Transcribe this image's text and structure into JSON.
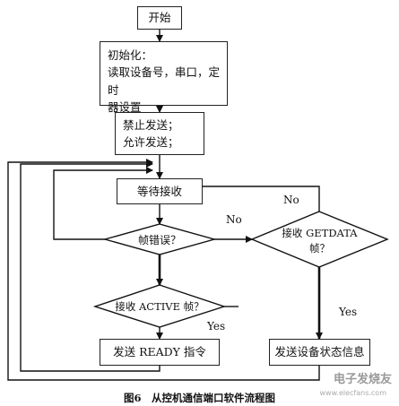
{
  "start": {
    "label": "开始"
  },
  "init": {
    "lines": [
      "初始化：",
      "读取设备号，串口，定时",
      "器设置"
    ]
  },
  "disable_enable": {
    "lines": [
      "禁止发送；",
      "允许发送；"
    ]
  },
  "wait_receive": {
    "label": "等待接收"
  },
  "frame_error": {
    "label": "帧错误？"
  },
  "receive_active": {
    "label": "接收 ACTIVE 帧？"
  },
  "receive_getdata": {
    "lines": [
      "接收 GETDATA",
      "帧？"
    ]
  },
  "send_ready": {
    "label": "发送 READY 指令"
  },
  "send_status": {
    "label": "发送设备状态信息"
  },
  "edge_labels": {
    "no_frame_error": "No",
    "no_getdata": "No",
    "yes_active": "Yes",
    "yes_getdata": "Yes"
  },
  "caption": "图6　从控机通信端口软件流程图",
  "watermark": {
    "brand": "电子发烧友",
    "url": "www.elecfans.com"
  }
}
